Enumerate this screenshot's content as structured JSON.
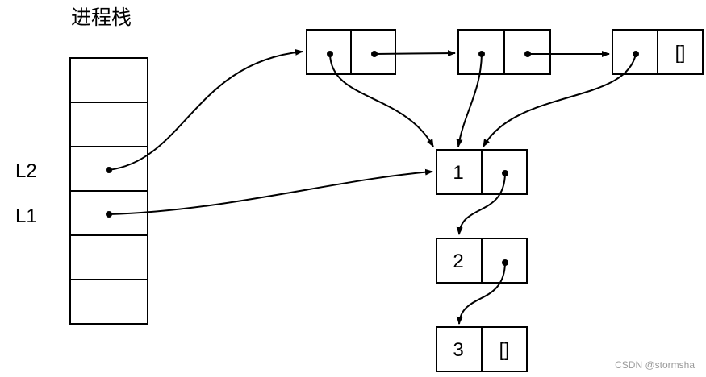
{
  "stack_title": "进程栈",
  "stack": {
    "slots": [
      {
        "name": "",
        "value": ""
      },
      {
        "name": "",
        "value": ""
      },
      {
        "name": "L2",
        "value": "pointer"
      },
      {
        "name": "L1",
        "value": "pointer"
      },
      {
        "name": "",
        "value": ""
      },
      {
        "name": "",
        "value": ""
      }
    ]
  },
  "outer_list": [
    {
      "car": "pointer",
      "cdr": "pointer"
    },
    {
      "car": "pointer",
      "cdr": "pointer"
    },
    {
      "car": "pointer",
      "cdr": "[]"
    }
  ],
  "inner_list": [
    {
      "car": "1",
      "cdr": "pointer"
    },
    {
      "car": "2",
      "cdr": "pointer"
    },
    {
      "car": "3",
      "cdr": "[]"
    }
  ],
  "watermark": "CSDN @stormsha"
}
